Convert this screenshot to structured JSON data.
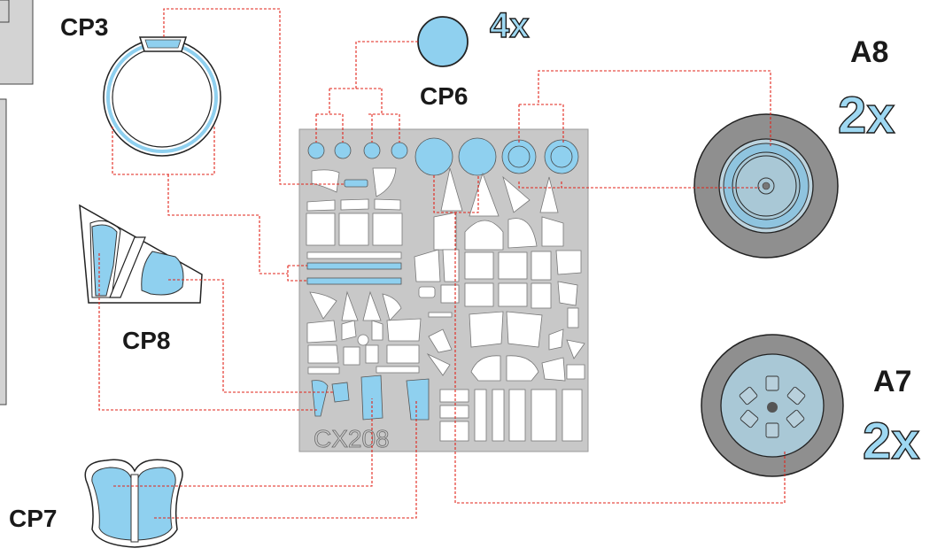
{
  "parts": {
    "cp3": {
      "label": "CP3"
    },
    "cp6": {
      "label": "CP6",
      "multiplier": "4x"
    },
    "cp7": {
      "label": "CP7"
    },
    "cp8": {
      "label": "CP8"
    },
    "a8": {
      "label": "A8",
      "multiplier": "2x"
    },
    "a7": {
      "label": "A7",
      "multiplier": "2x"
    }
  },
  "sheet": {
    "code": "CX208"
  },
  "colors": {
    "mask_blue": "#8fd0ef",
    "sheet_grey": "#c8c8c8",
    "tire_grey": "#8f8f8f",
    "leader_line": "#e2231a"
  }
}
